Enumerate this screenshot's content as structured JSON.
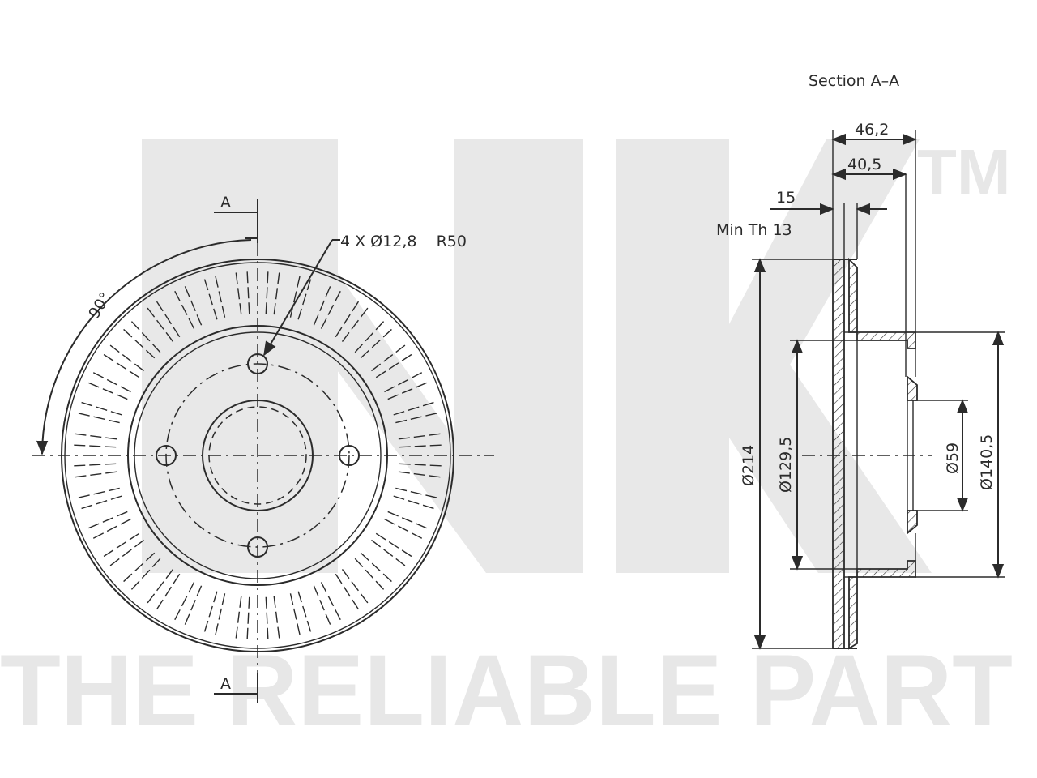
{
  "watermark": {
    "logo_text": "NK",
    "trademark": "TM",
    "slogan": "THE RELIABLE PART"
  },
  "front_view": {
    "section_mark_top": "A",
    "section_mark_bottom": "A",
    "hole_callout": "4 X Ø12,8    R50",
    "angle_label": "90°"
  },
  "section_view": {
    "title": "Section A–A",
    "overall_height": "46,2",
    "hub_height": "40,5",
    "thickness": "15",
    "min_thickness": "Min Th 13",
    "outer_diameter": "Ø214",
    "inner_diameter": "Ø129,5",
    "center_bore": "Ø59",
    "hub_diameter": "Ø140,5"
  },
  "colors": {
    "line": "#2b2b2b",
    "watermark": "#e7e7e7"
  }
}
